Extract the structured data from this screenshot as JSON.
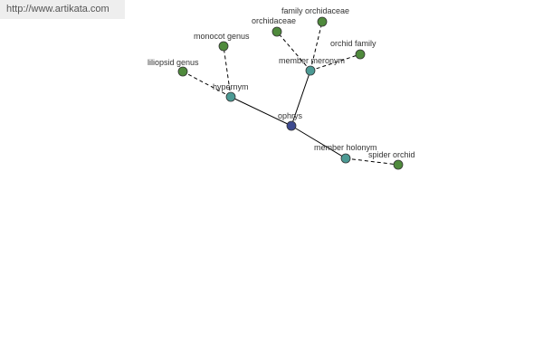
{
  "source": {
    "url_text": "http://www.artikata.com"
  },
  "colors": {
    "center": "#3d4a8f",
    "relation": "#4c9a94",
    "leaf": "#4f8a3c"
  },
  "graph": {
    "nodes": [
      {
        "id": "ophrys",
        "label": "ophrys",
        "kind": "center"
      },
      {
        "id": "hypernym",
        "label": "hypernym",
        "kind": "relation"
      },
      {
        "id": "member-meronym",
        "label": "member meronym",
        "kind": "relation"
      },
      {
        "id": "member-holonym",
        "label": "member holonym",
        "kind": "relation"
      },
      {
        "id": "liliopsid-genus",
        "label": "liliopsid genus",
        "kind": "leaf"
      },
      {
        "id": "monocot-genus",
        "label": "monocot genus",
        "kind": "leaf"
      },
      {
        "id": "orchidaceae",
        "label": "orchidaceae",
        "kind": "leaf"
      },
      {
        "id": "family-orchidaceae",
        "label": "family orchidaceae",
        "kind": "leaf"
      },
      {
        "id": "orchid-family",
        "label": "orchid family",
        "kind": "leaf"
      },
      {
        "id": "spider-orchid",
        "label": "spider orchid",
        "kind": "leaf"
      }
    ],
    "edges": [
      {
        "from": "ophrys",
        "to": "hypernym",
        "style": "solid"
      },
      {
        "from": "ophrys",
        "to": "member-meronym",
        "style": "solid"
      },
      {
        "from": "ophrys",
        "to": "member-holonym",
        "style": "solid"
      },
      {
        "from": "hypernym",
        "to": "liliopsid-genus",
        "style": "dashed"
      },
      {
        "from": "hypernym",
        "to": "monocot-genus",
        "style": "dashed"
      },
      {
        "from": "member-meronym",
        "to": "orchidaceae",
        "style": "dashed"
      },
      {
        "from": "member-meronym",
        "to": "family-orchidaceae",
        "style": "dashed"
      },
      {
        "from": "member-meronym",
        "to": "orchid-family",
        "style": "dashed"
      },
      {
        "from": "member-holonym",
        "to": "spider-orchid",
        "style": "dashed"
      }
    ]
  }
}
